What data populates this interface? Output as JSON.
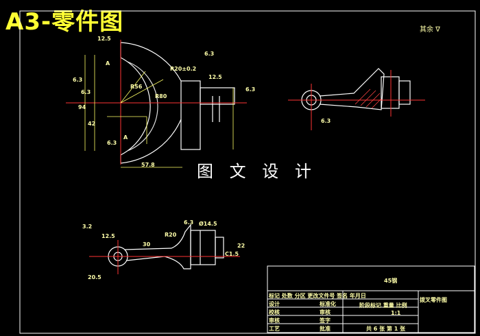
{
  "title": "A3-零件图",
  "watermark": "图 文 设 计",
  "roughness_note": "其余",
  "title_block": {
    "material": "45钢",
    "header_row": "标记 处数 分区 更改文件号 签名 年月日",
    "design": "设计",
    "standardize": "标准化",
    "stage_mark_weight_scale": "阶段标记 重量 比例",
    "drawing_name": "拨叉零件图",
    "check": "校核",
    "audit": "审核",
    "scale_value": "1:1",
    "craft": "工艺",
    "approve": "批准",
    "sheets": "共 6 张  第 1 张",
    "process_review": "审核",
    "sign": "签字"
  },
  "dims": {
    "d1": "12.5",
    "d2": "6.3",
    "d3": "6.3",
    "d4": "R20±0.2",
    "d5": "12.5",
    "d6": "6.3",
    "d7": "6.3",
    "d8": "R56",
    "d9": "R80",
    "d10": "42",
    "d11": "94",
    "d12": "A",
    "d13": "6.3",
    "d14": "57.8",
    "d15": "6.3",
    "d16": "12.5",
    "d17": "C1.5",
    "d18": "22",
    "d19": "30",
    "d20": "Ø14.5",
    "d21": "R20",
    "d22": "20.5",
    "d23": "A",
    "d24": "3.2",
    "d25": "6.3"
  }
}
